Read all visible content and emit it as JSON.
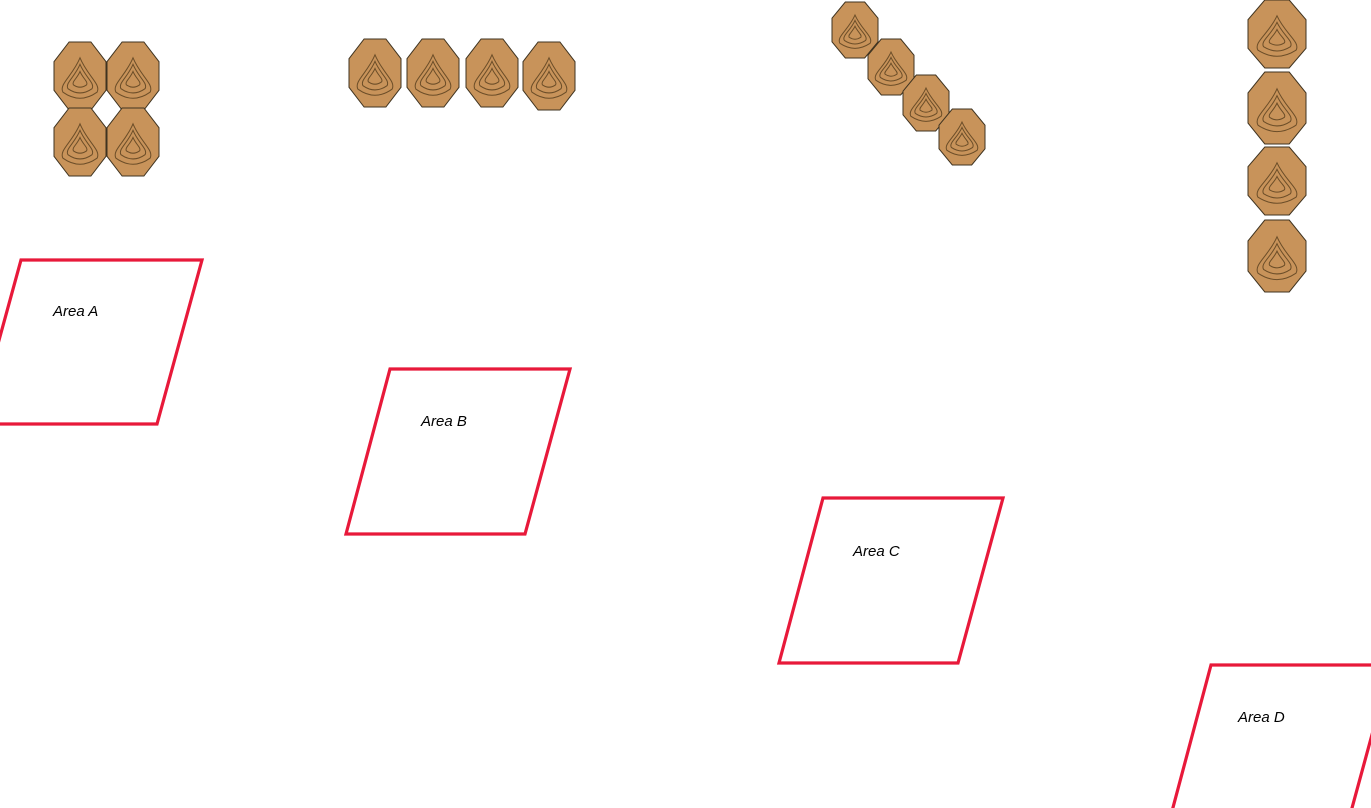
{
  "colors": {
    "area_outline": "#e8193a",
    "target_fill": "#c8935a",
    "target_stroke": "#3f3320",
    "target_ring": "#6b4d28",
    "background": "#ffffff"
  },
  "target_icon": "octagon-steel-target-icon",
  "areas": [
    {
      "id": "a",
      "label": "Area A",
      "target_count": 4,
      "arrangement": "2x2 cluster"
    },
    {
      "id": "b",
      "label": "Area B",
      "target_count": 4,
      "arrangement": "horizontal row"
    },
    {
      "id": "c",
      "label": "Area C",
      "target_count": 4,
      "arrangement": "diagonal line"
    },
    {
      "id": "d",
      "label": "Area D",
      "target_count": 4,
      "arrangement": "vertical column"
    }
  ]
}
